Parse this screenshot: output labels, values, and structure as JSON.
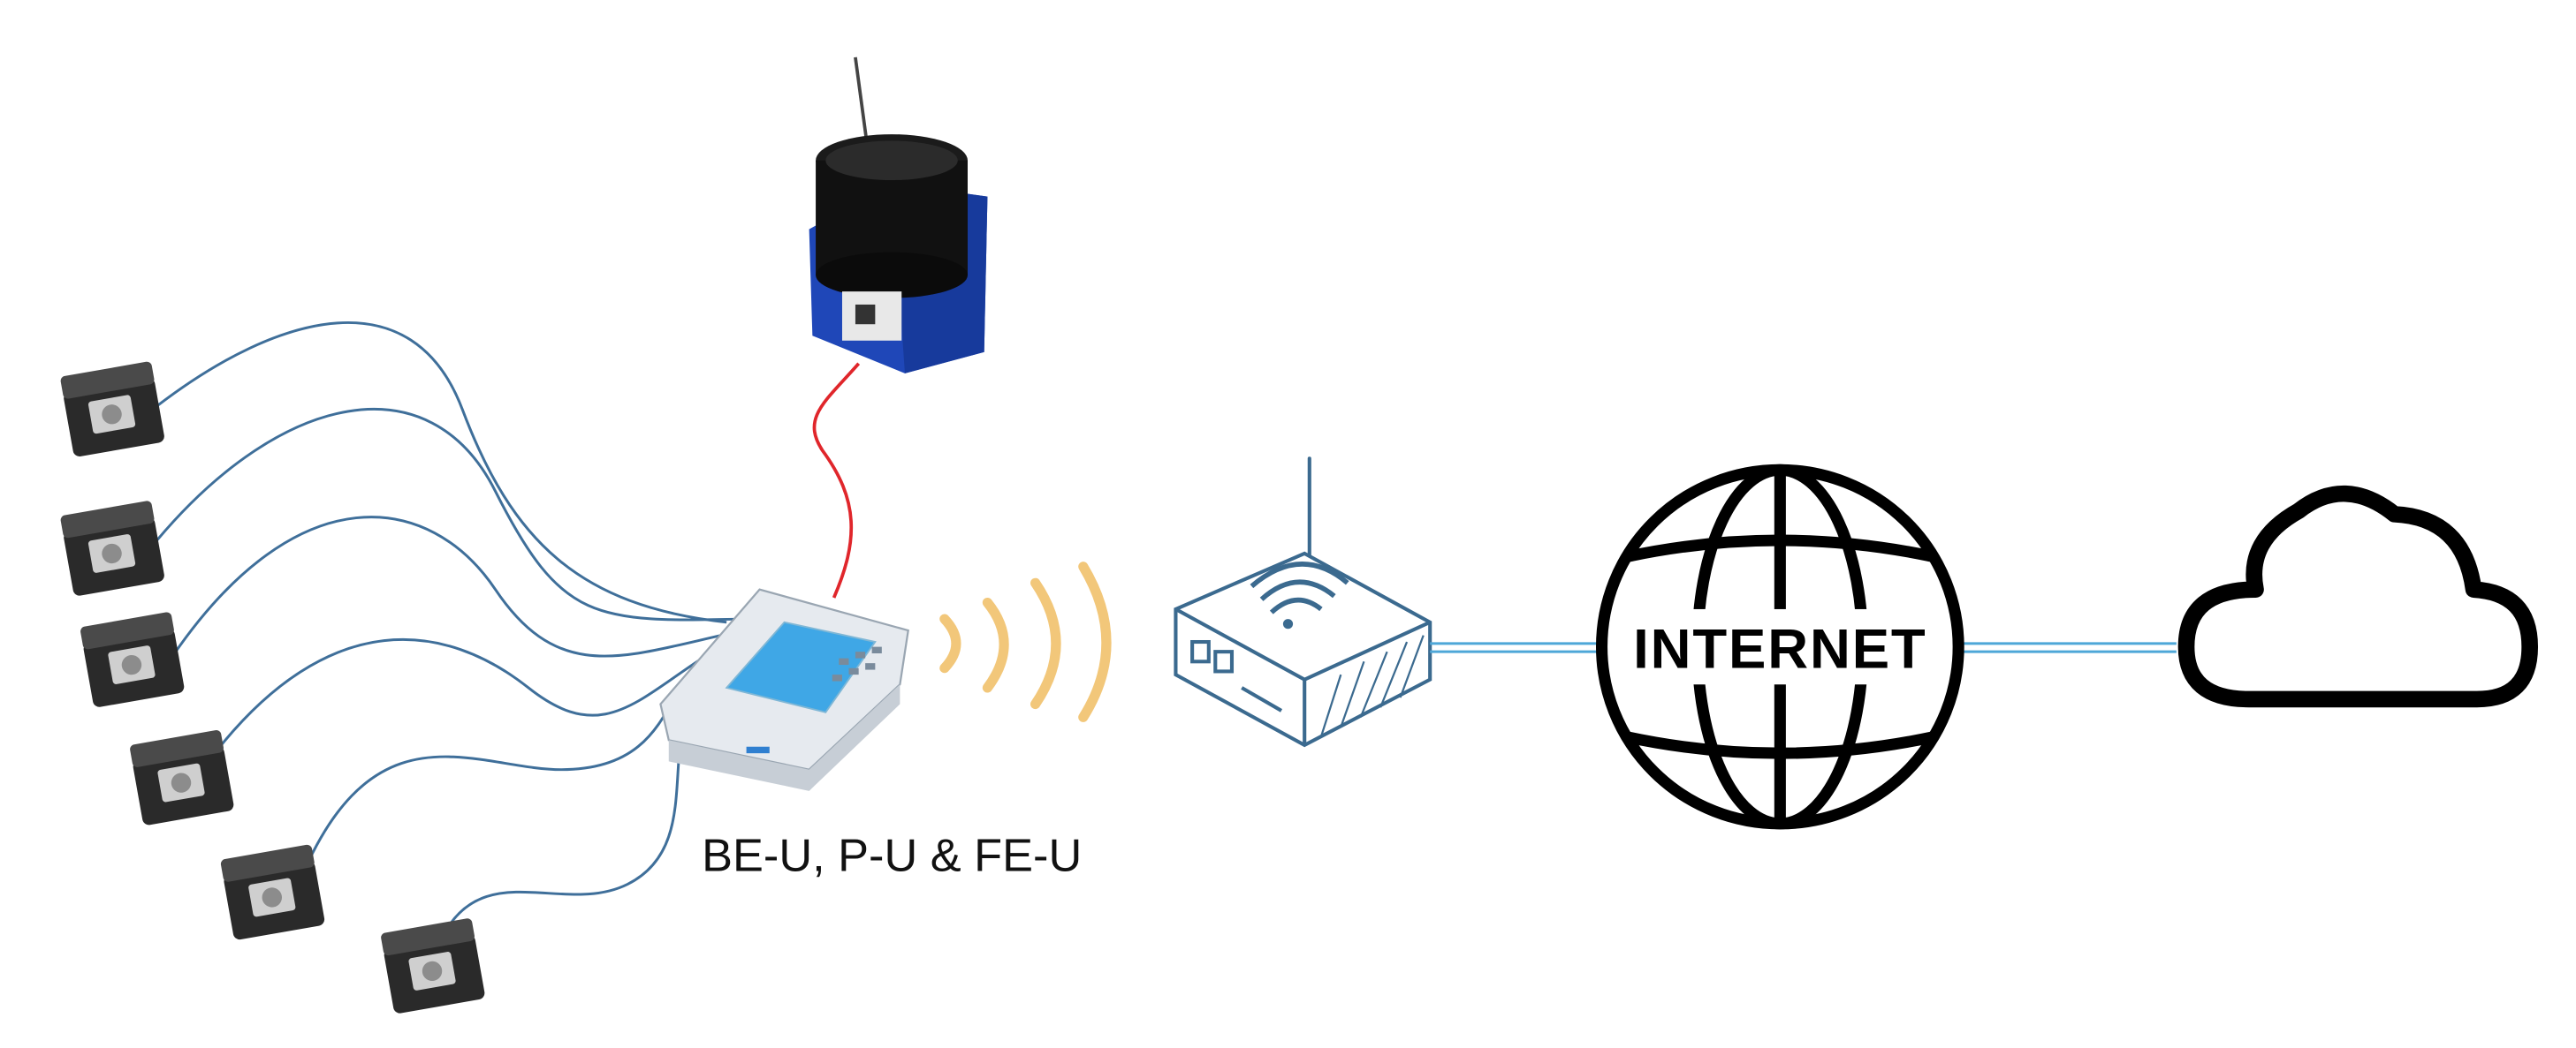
{
  "labels": {
    "unit_caption": "BE-U, P-U & FE-U",
    "internet": "INTERNET"
  },
  "colors": {
    "sensor_cable": "#3f6f9a",
    "power_cable": "#e0262b",
    "wireless_waves": "#f2c77a",
    "link_line": "#4ea7d8",
    "device_outline": "#3b6a8f",
    "globe": "#000000",
    "blue_housing": "#1f47b8"
  },
  "nodes": {
    "sensors": [
      "sensor-1",
      "sensor-2",
      "sensor-3",
      "sensor-4",
      "sensor-5",
      "sensor-6"
    ],
    "icons": [
      "sensor-icon",
      "antenna-receiver-icon",
      "data-unit-icon",
      "wireless-waves-icon",
      "wifi-router-icon",
      "globe-icon",
      "cloud-icon"
    ]
  }
}
